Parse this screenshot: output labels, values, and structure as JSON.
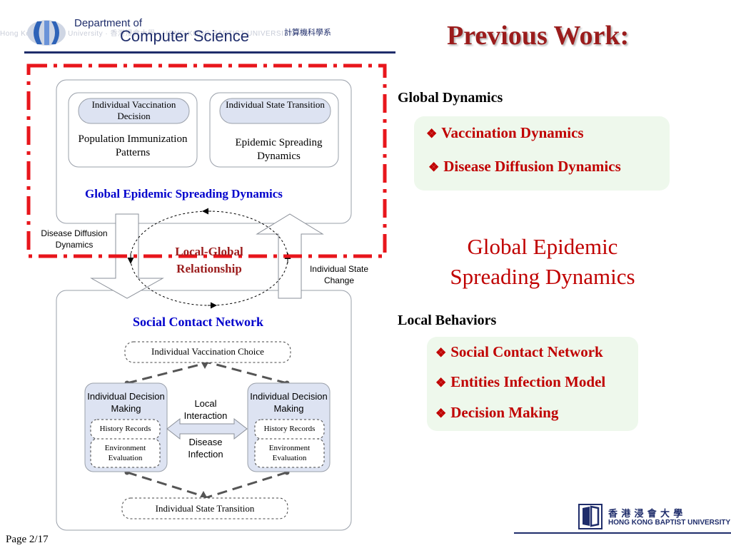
{
  "header": {
    "dept_line1": "Department of",
    "dept_line2": "Computer Science",
    "chinese_name": "計算機科學系",
    "watermark": "Hong Kong Baptist University · 香港浸會大學 · HONG KONG BAPTIST UNIVERSITY"
  },
  "slide": {
    "title": "Previous Work:",
    "page": "Page 2/17"
  },
  "diagram": {
    "box1_pill": "Individual Vaccination Decision",
    "box1_text": "Population Immunization Patterns",
    "box2_pill": "Individual State Transition",
    "box2_text": "Epidemic Spreading Dynamics",
    "global_title": "Global Epidemic Spreading Dynamics",
    "disease_diffusion": "Disease Diffusion Dynamics",
    "local_global": "Local-Global Relationship",
    "state_change": "Individual State Change",
    "social_title": "Social Contact Network",
    "vacc_choice": "Individual Vaccination Choice",
    "decision_left": "Individual Decision Making",
    "decision_right": "Individual Decision Making",
    "history_left": "History Records",
    "env_left": "Environment Evaluation",
    "history_right": "History Records",
    "env_right": "Environment Evaluation",
    "local_interaction": "Local Interaction",
    "disease_infection": "Disease Infection",
    "state_transition": "Individual State Transition"
  },
  "right_panel": {
    "global_heading": "Global Dynamics",
    "global_items": [
      "Vaccination Dynamics",
      "Disease Diffusion Dynamics"
    ],
    "center_title": "Global Epidemic Spreading Dynamics",
    "local_heading": "Local Behaviors",
    "local_items": [
      "Social Contact Network",
      "Entities Infection Model",
      "Decision Making"
    ]
  },
  "footer": {
    "uni_chinese": "香 港 浸 會 大 學",
    "uni_english": "HONG KONG BAPTIST UNIVERSITY"
  },
  "colors": {
    "title_red": "#9b1c1c",
    "bullet_red": "#c00000",
    "blue": "#0000cc",
    "dash_red": "#e8161c",
    "navy": "#1f2d6b"
  }
}
